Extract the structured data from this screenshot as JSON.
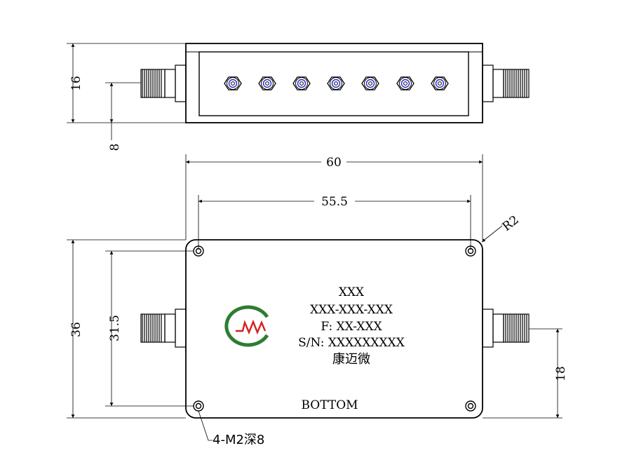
{
  "dimensions": {
    "top_height": "16",
    "top_offset": "8",
    "width_outer": "60",
    "width_holes": "55.5",
    "corner_radius": "R2",
    "height_outer": "36",
    "height_holes": "31.5",
    "connector_offset": "18"
  },
  "label": {
    "line1": "XXX",
    "line2": "XXX-XXX-XXX",
    "line3": "F: XX-XXX",
    "line4": "S/N: XXXXXXXXX",
    "line5": "康迈微"
  },
  "bottom_label": "BOTTOM",
  "hole_note": "4-M2深8",
  "colors": {
    "line": "#000000",
    "screw_blue": "#2b2bd6",
    "logo_green": "#2e7d32",
    "logo_red": "#d62020"
  }
}
